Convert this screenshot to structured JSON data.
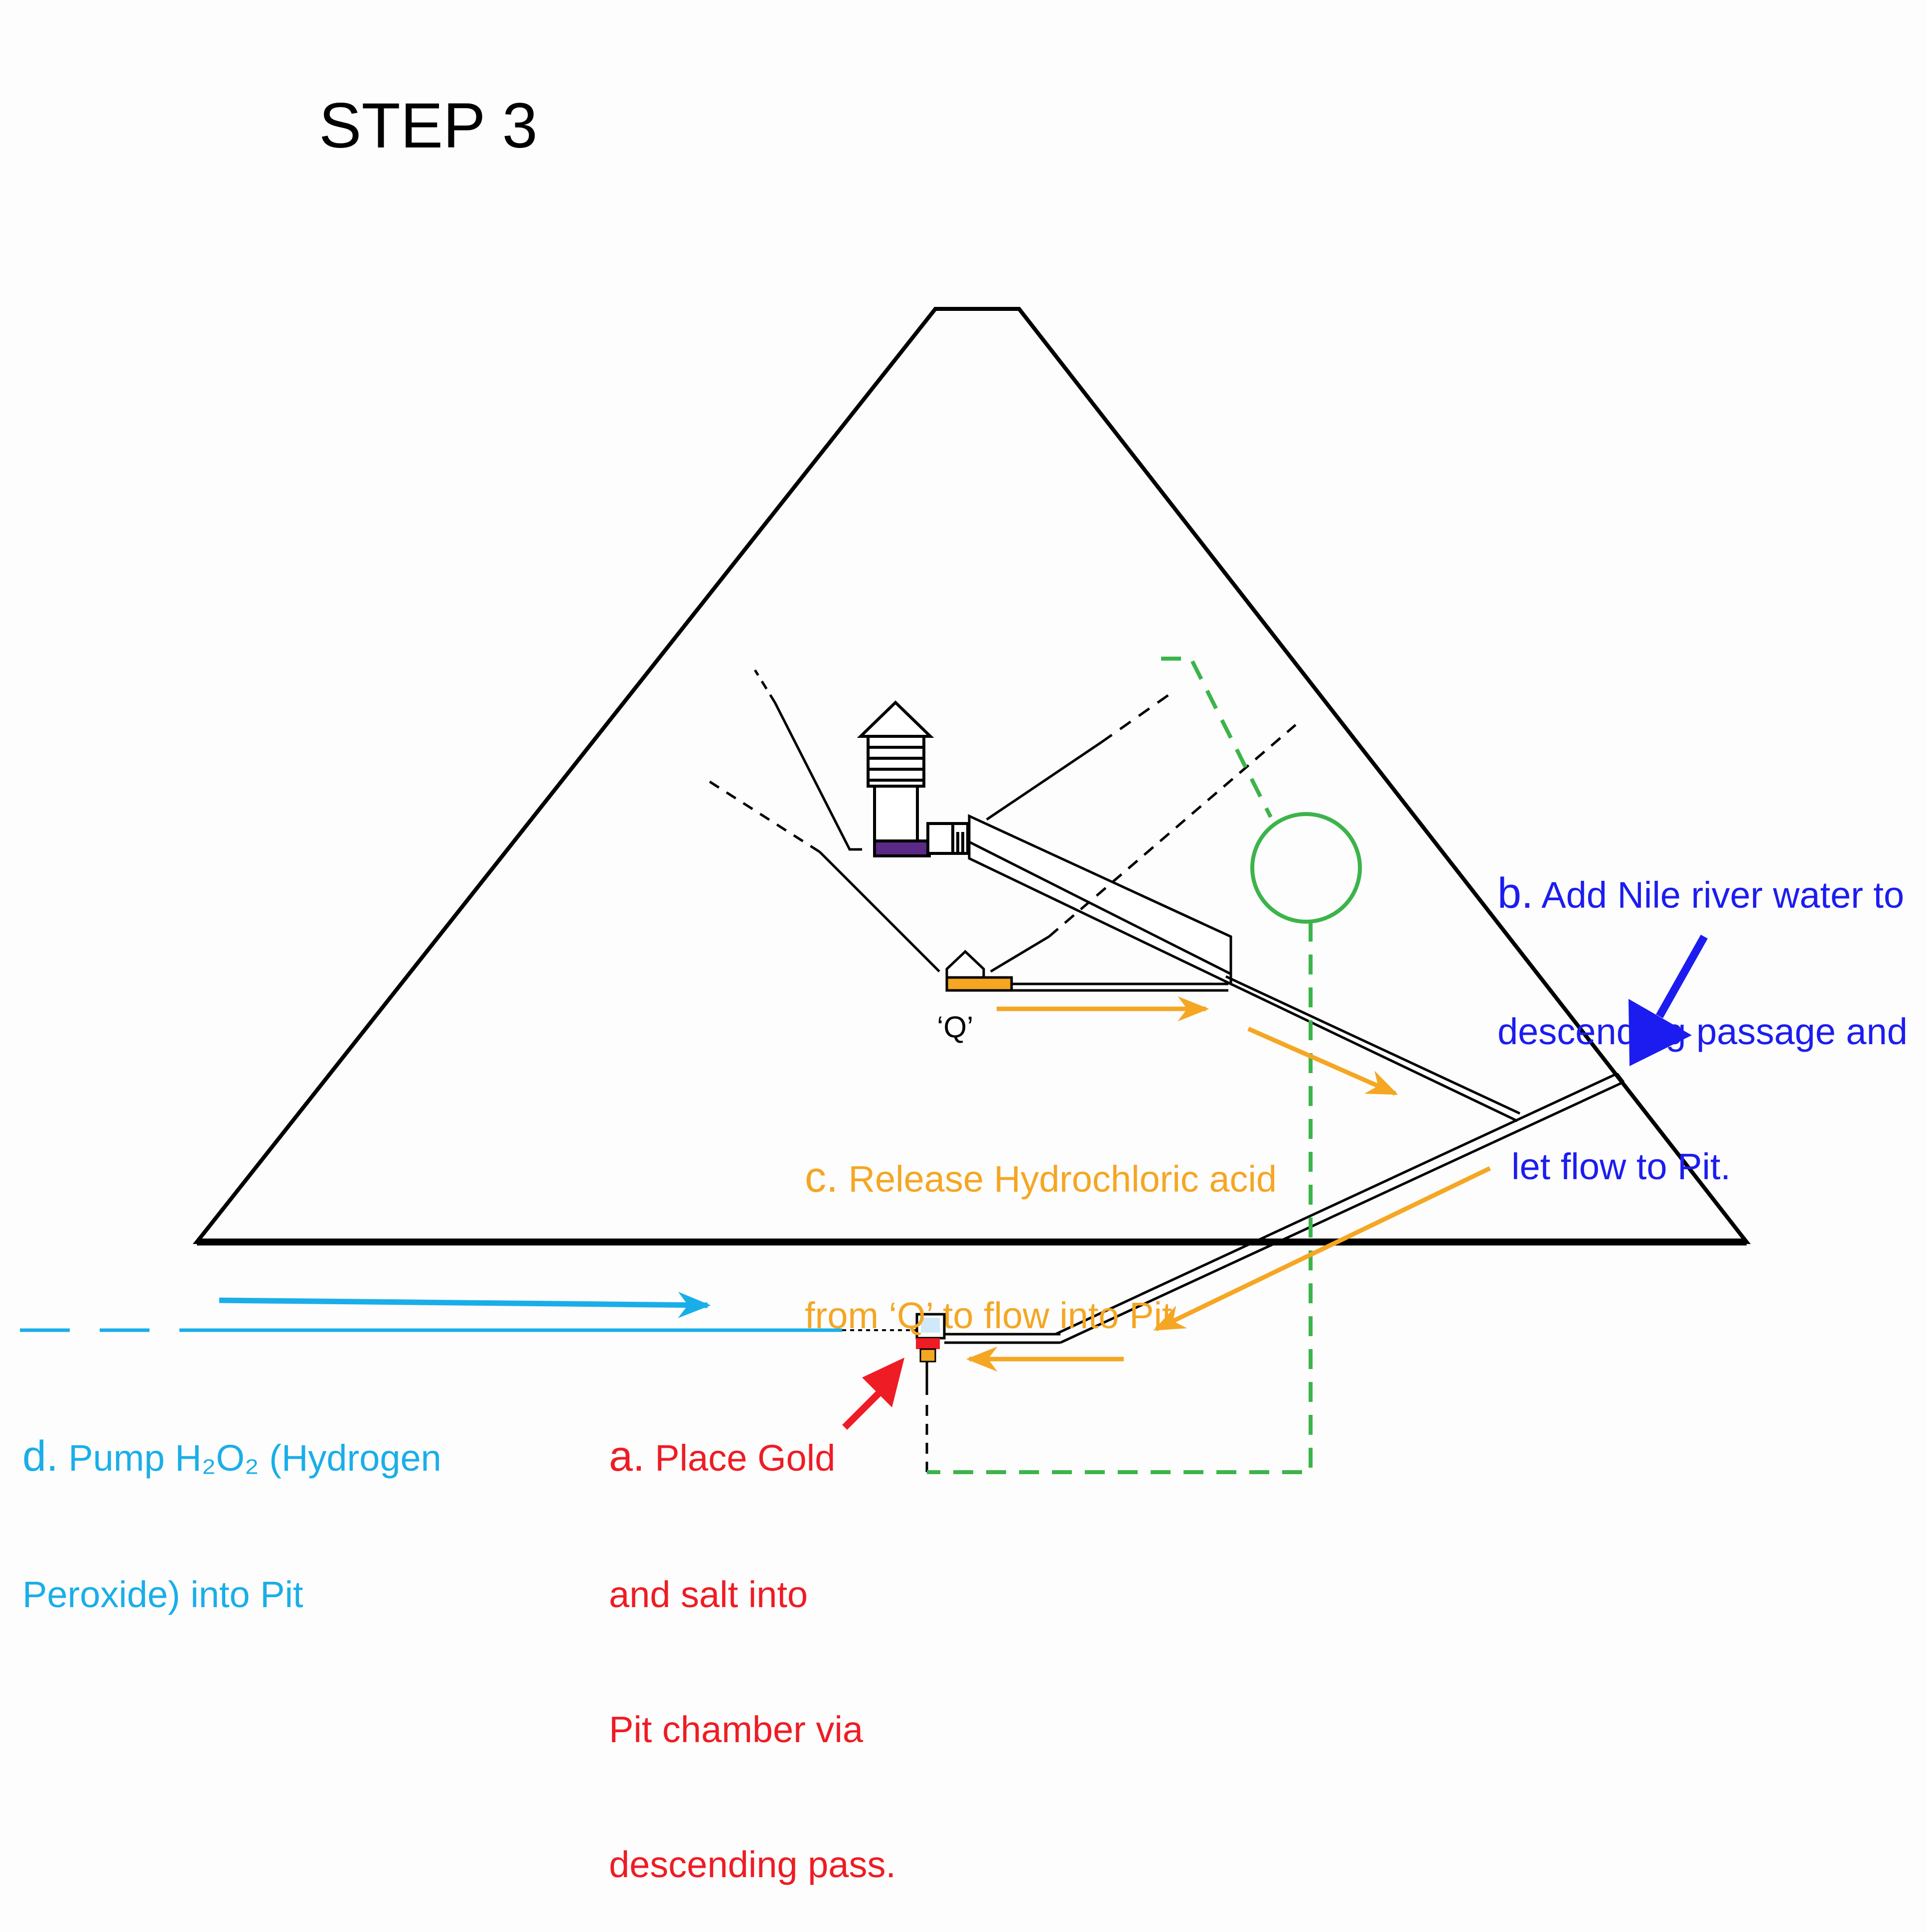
{
  "title": "STEP 3",
  "q_label": "‘Q’",
  "steps": {
    "a": {
      "letter": "a.",
      "line1": "Place Gold",
      "line2": "and salt into",
      "line3": "Pit chamber via",
      "line4": "descending pass.",
      "color": "#ee1c24"
    },
    "b": {
      "letter": "b.",
      "line1": "Add Nile river water to",
      "line2": "descending passage and",
      "line3": "let flow to Pit.",
      "color": "#1c1cf0"
    },
    "c": {
      "letter": "c.",
      "line1": "Release Hydrochloric acid",
      "line2": "from ‘Q’ to flow into Pit.",
      "color": "#f5a623"
    },
    "d": {
      "letter": "d.",
      "line1": "Pump H₂O₂ (Hydrogen",
      "line2": "Peroxide) into Pit",
      "color": "#1aaee8"
    }
  },
  "colors": {
    "outline": "#000000",
    "green_path": "#3cb44b",
    "king_chamber_fill": "#5b2a86",
    "queen_chamber_fill": "#f5a623"
  }
}
